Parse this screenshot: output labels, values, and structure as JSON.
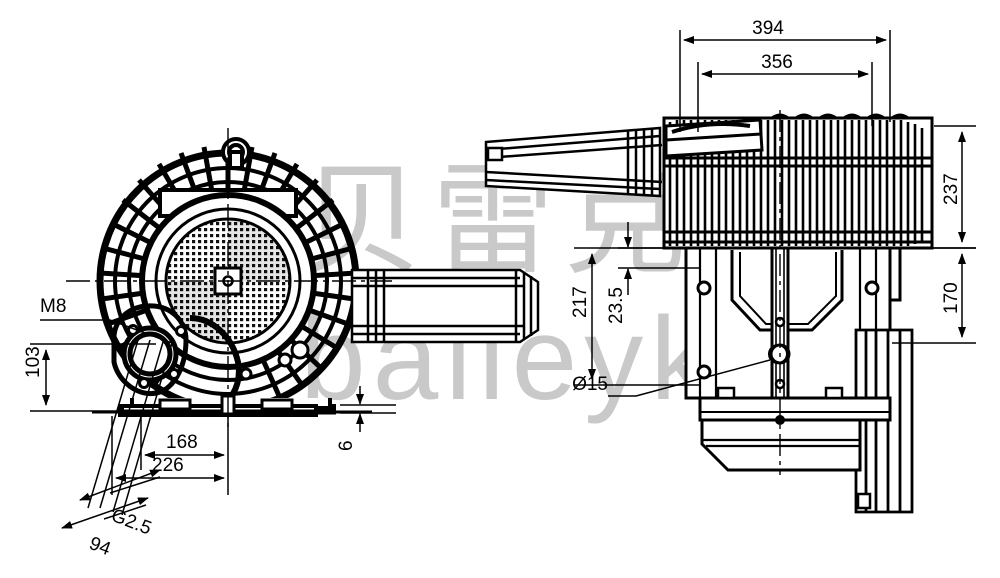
{
  "drawing": {
    "title": "Side channel blower outline dimension drawing",
    "background_color": "#ffffff",
    "line_color": "#000000",
    "watermark_color": "#c9c9c9"
  },
  "watermark": {
    "chinese": "贝雷克",
    "latin": "baileyk"
  },
  "views": {
    "front": {
      "name": "front-view",
      "label": ""
    },
    "side": {
      "name": "side-view",
      "label": ""
    }
  },
  "dimensions": {
    "front": [
      {
        "id": "m8",
        "label": "M8",
        "kind": "thread-callout",
        "orientation": "horizontal"
      },
      {
        "id": "d103",
        "label": "103",
        "kind": "linear-vertical",
        "orientation": "vertical"
      },
      {
        "id": "d168",
        "label": "168",
        "kind": "linear-horizontal",
        "orientation": "horizontal"
      },
      {
        "id": "d226",
        "label": "226",
        "kind": "linear-horizontal",
        "orientation": "horizontal"
      },
      {
        "id": "d6",
        "label": "6",
        "kind": "linear-vertical",
        "orientation": "vertical"
      },
      {
        "id": "g25",
        "label": "G2.5",
        "kind": "thread-callout",
        "orientation": "angled"
      },
      {
        "id": "d94",
        "label": "94",
        "kind": "linear-angled",
        "orientation": "angled"
      }
    ],
    "side": [
      {
        "id": "d394",
        "label": "394",
        "kind": "linear-horizontal",
        "orientation": "horizontal"
      },
      {
        "id": "d356",
        "label": "356",
        "kind": "linear-horizontal",
        "orientation": "horizontal"
      },
      {
        "id": "d237",
        "label": "237",
        "kind": "linear-vertical",
        "orientation": "vertical"
      },
      {
        "id": "d170",
        "label": "170",
        "kind": "linear-vertical",
        "orientation": "vertical"
      },
      {
        "id": "d217",
        "label": "217",
        "kind": "linear-vertical",
        "orientation": "vertical"
      },
      {
        "id": "d235",
        "label": "23.5",
        "kind": "linear-vertical",
        "orientation": "vertical"
      },
      {
        "id": "d15",
        "label": "Ø15",
        "kind": "diameter-callout",
        "orientation": "angled"
      }
    ]
  }
}
